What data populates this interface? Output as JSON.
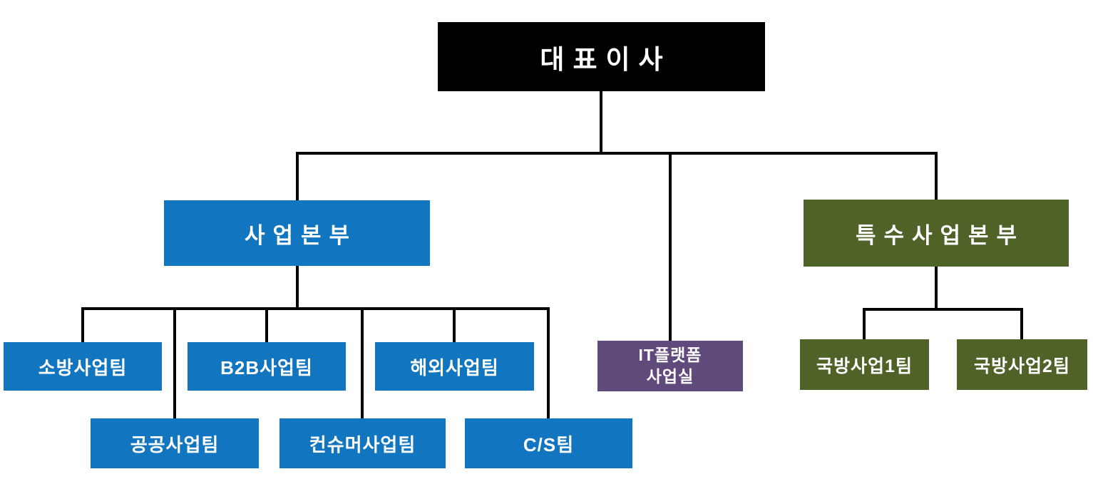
{
  "diagram_type": "org-chart",
  "colors": {
    "black": "#000000",
    "blue": "#1175C0",
    "olive": "#4F6228",
    "purple": "#604A7B",
    "connector": "#000000",
    "background": "#FFFFFF",
    "text": "#FFFFFF"
  },
  "nodes": {
    "ceo": {
      "label": "대표이사"
    },
    "biz_hq": {
      "label": "사업본부"
    },
    "it_platform": {
      "label": "IT플랫폼 사업실",
      "line1": "IT플랫폼",
      "line2": "사업실"
    },
    "special_hq": {
      "label": "특수사업본부"
    },
    "fire_team": {
      "label": "소방사업팀"
    },
    "public_team": {
      "label": "공공사업팀"
    },
    "b2b_team": {
      "label": "B2B사업팀"
    },
    "consumer_team": {
      "label": "컨슈머사업팀"
    },
    "overseas_team": {
      "label": "해외사업팀"
    },
    "cs_team": {
      "label": "C/S팀"
    },
    "defense1_team": {
      "label": "국방사업1팀"
    },
    "defense2_team": {
      "label": "국방사업2팀"
    }
  },
  "hierarchy": {
    "대표이사": [
      "사업본부",
      "IT플랫폼 사업실",
      "특수사업본부"
    ],
    "사업본부": [
      "소방사업팀",
      "공공사업팀",
      "B2B사업팀",
      "컨슈머사업팀",
      "해외사업팀",
      "C/S팀"
    ],
    "IT플랫폼 사업실": [],
    "특수사업본부": [
      "국방사업1팀",
      "국방사업2팀"
    ]
  }
}
